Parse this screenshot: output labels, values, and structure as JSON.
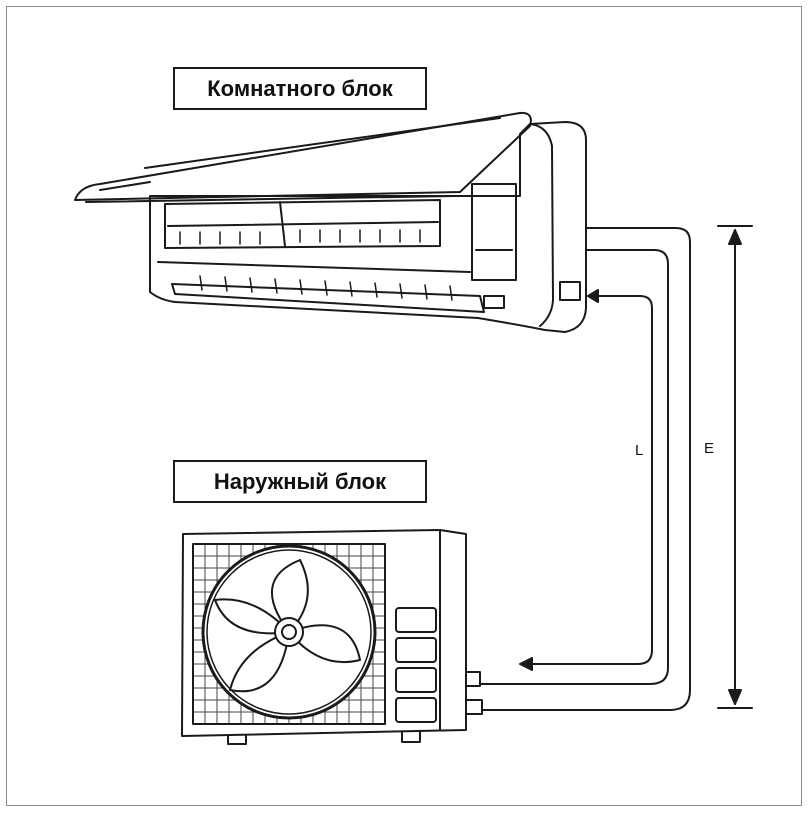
{
  "labels": {
    "indoor_unit": "Комнатного блок",
    "outdoor_unit": "Наружный блок"
  },
  "dimensions": {
    "pipe_length": "L",
    "height_difference": "E"
  },
  "colors": {
    "line": "#1a1a1a",
    "frame": "#8a8a8a",
    "background": "#ffffff"
  }
}
